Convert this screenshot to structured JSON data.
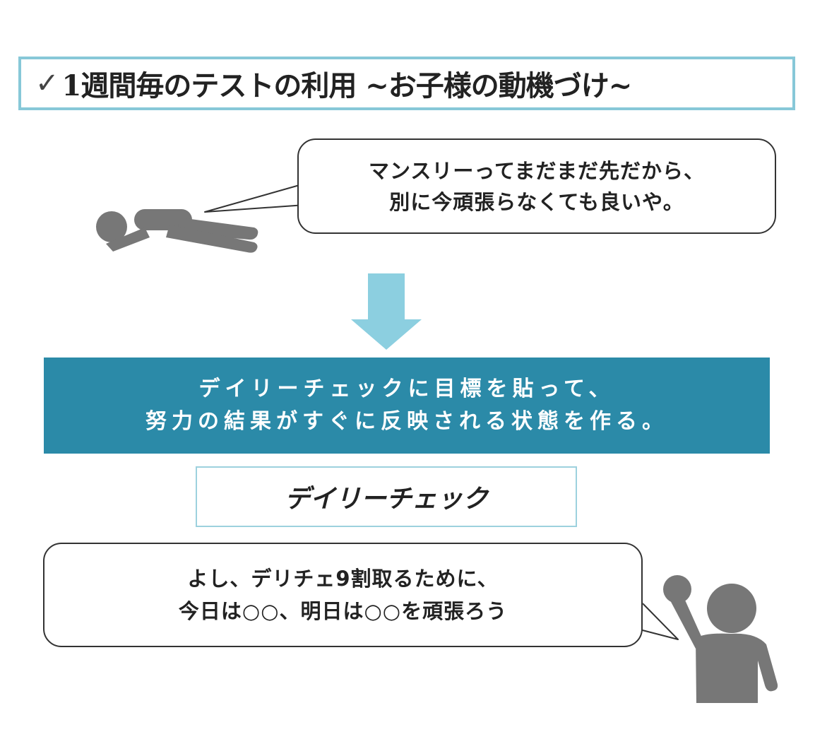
{
  "title": {
    "check": "✓",
    "text": "1週間毎のテストの利用 ~お子様の動機づけ~"
  },
  "bubble_top": {
    "line1": "マンスリーってまだまだ先だから、",
    "line2": "別に今頑張らなくても良いや。"
  },
  "banner": {
    "line1": "デイリーチェックに目標を貼って、",
    "line2": "努力の結果がすぐに反映される状態を作る。"
  },
  "label_box": {
    "text": "デイリーチェック"
  },
  "bubble_bottom": {
    "line1": "よし、デリチェ9割取るために、",
    "line2": "今日は○○、明日は○○を頑張ろう"
  },
  "colors": {
    "title_border": "#87c8d8",
    "arrow": "#8ccfe0",
    "banner": "#2b8aa8",
    "figure": "#777777"
  },
  "icons": {
    "lying_person": "lying-person-icon",
    "cheering_person": "cheering-person-icon",
    "down_arrow": "down-arrow-icon"
  }
}
